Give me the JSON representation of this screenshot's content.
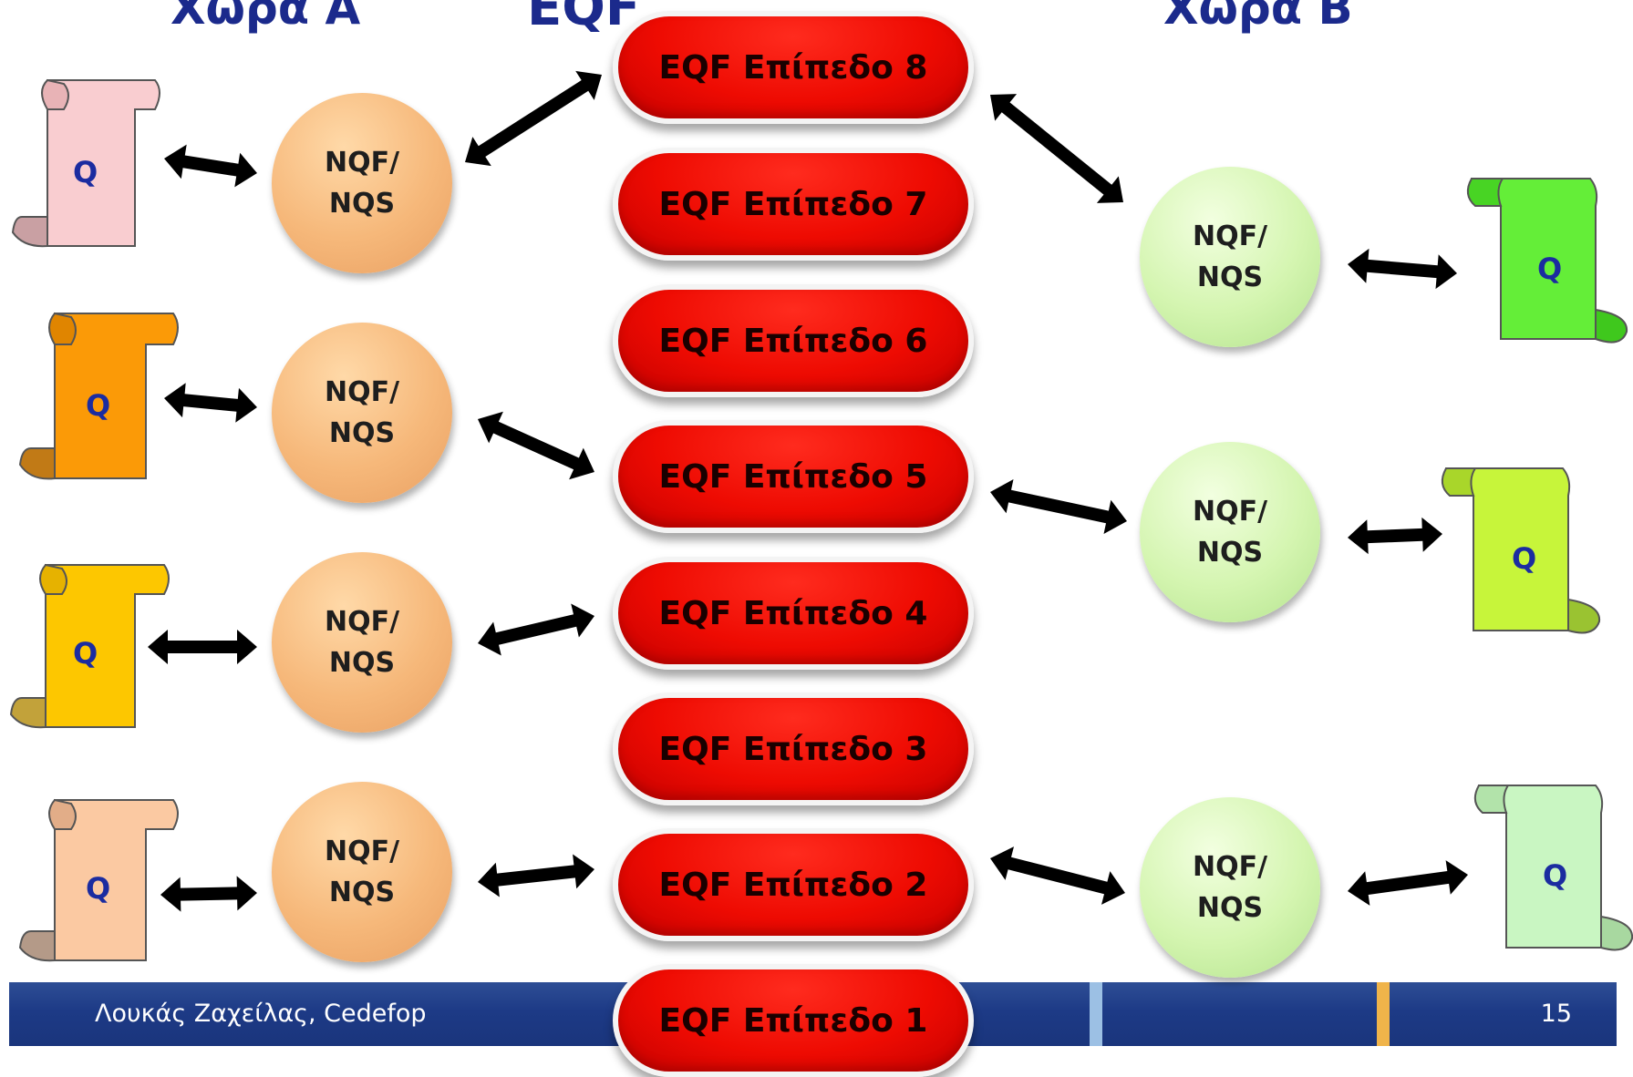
{
  "headings": {
    "country_a": "Χώρα Α",
    "eqf": "EQF",
    "country_b": "Χώρα Β"
  },
  "eqf_levels": [
    "EQF Επίπεδο 8",
    "EQF Επίπεδο 7",
    "EQF Επίπεδο 6",
    "EQF Επίπεδο 5",
    "EQF Επίπεδο 4",
    "EQF Επίπεδο 3",
    "EQF Επίπεδο 2",
    "EQF Επίπεδο 1"
  ],
  "framework_label": "NQF/\nNQS",
  "country_a": {
    "frameworks": [
      {
        "label": "NQF/\nNQS",
        "linked_level": "EQF Επίπεδο 8"
      },
      {
        "label": "NQF/\nNQS",
        "linked_level": "EQF Επίπεδο 5"
      },
      {
        "label": "NQF/\nNQS",
        "linked_level": "EQF Επίπεδο 4"
      },
      {
        "label": "NQF/\nNQS",
        "linked_level": "EQF Επίπεδο 2"
      }
    ],
    "qualifications": [
      {
        "label": "Q",
        "color": "#f9cdd0"
      },
      {
        "label": "Q",
        "color": "#fb9a07"
      },
      {
        "label": "Q",
        "color": "#fdc700"
      },
      {
        "label": "Q",
        "color": "#fbc9a2"
      }
    ]
  },
  "country_b": {
    "frameworks": [
      {
        "label": "NQF/\nNQS",
        "linked_level": "EQF Επίπεδο 8"
      },
      {
        "label": "NQF/\nNQS",
        "linked_level": "EQF Επίπεδο 5"
      },
      {
        "label": "NQF/\nNQS",
        "linked_level": "EQF Επίπεδο 2"
      }
    ],
    "qualifications": [
      {
        "label": "Q",
        "color": "#64ee38"
      },
      {
        "label": "Q",
        "color": "#c7f53a"
      },
      {
        "label": "Q",
        "color": "#c9f6c2"
      }
    ]
  },
  "colors": {
    "heading": "#1b2a8c",
    "pill": "#ee0b02",
    "circle_a": "#f6b87a",
    "circle_b": "#d4f5b0",
    "footer": "#1d3a86"
  },
  "footer": {
    "author": "Λουκάς Ζαχείλας, Cedefop",
    "page_number": "15"
  }
}
